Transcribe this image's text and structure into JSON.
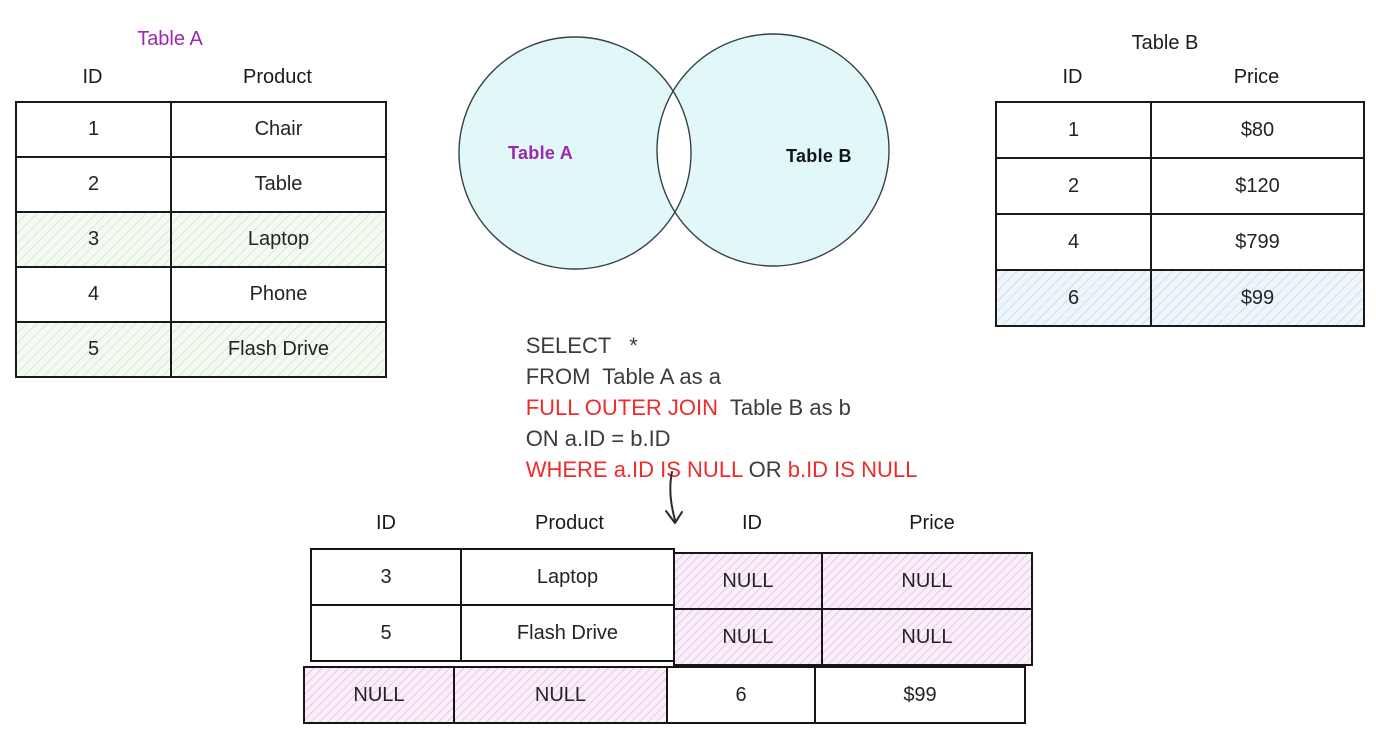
{
  "table_a": {
    "title": "Table A",
    "col1_header": "ID",
    "col2_header": "Product",
    "rows": [
      {
        "id": "1",
        "product": "Chair"
      },
      {
        "id": "2",
        "product": "Table"
      },
      {
        "id": "3",
        "product": "Laptop"
      },
      {
        "id": "4",
        "product": "Phone"
      },
      {
        "id": "5",
        "product": "Flash Drive"
      }
    ],
    "highlighted_ids": [
      "3",
      "5"
    ]
  },
  "table_b": {
    "title": "Table B",
    "col1_header": "ID",
    "col2_header": "Price",
    "rows": [
      {
        "id": "1",
        "price": "$80"
      },
      {
        "id": "2",
        "price": "$120"
      },
      {
        "id": "4",
        "price": "$799"
      },
      {
        "id": "6",
        "price": "$99"
      }
    ],
    "highlighted_ids": [
      "6"
    ]
  },
  "venn": {
    "left_label": "Table A",
    "right_label": "Table B"
  },
  "sql": {
    "line1": "SELECT   *",
    "line2": "FROM  Table A as a",
    "line3_keyword": "FULL OUTER JOIN",
    "line3_rest": "  Table B as b",
    "line4": "ON a.ID = b.ID",
    "line5_part1": "WHERE a.ID IS NULL",
    "line5_part2": " OR ",
    "line5_part3": "b.ID IS NULL"
  },
  "result_table": {
    "col1_header": "ID",
    "col2_header": "Product",
    "col3_header": "ID",
    "col4_header": "Price",
    "rows": [
      {
        "a_id": "3",
        "product": "Laptop",
        "b_id": "NULL",
        "price": "NULL"
      },
      {
        "a_id": "5",
        "product": "Flash Drive",
        "b_id": "NULL",
        "price": "NULL"
      },
      {
        "a_id": "NULL",
        "product": "NULL",
        "b_id": "6",
        "price": "$99"
      }
    ]
  },
  "colors": {
    "table_a_title": "#9c27b0",
    "venn_fill": "#e2f7f8",
    "venn_stroke": "#33424a",
    "sql_keyword_red": "#ee2c2c",
    "hatch_green_bg": "#f4faf2",
    "hatch_blue_bg": "#eef6fc",
    "hatch_pink_bg": "#faeefa"
  }
}
